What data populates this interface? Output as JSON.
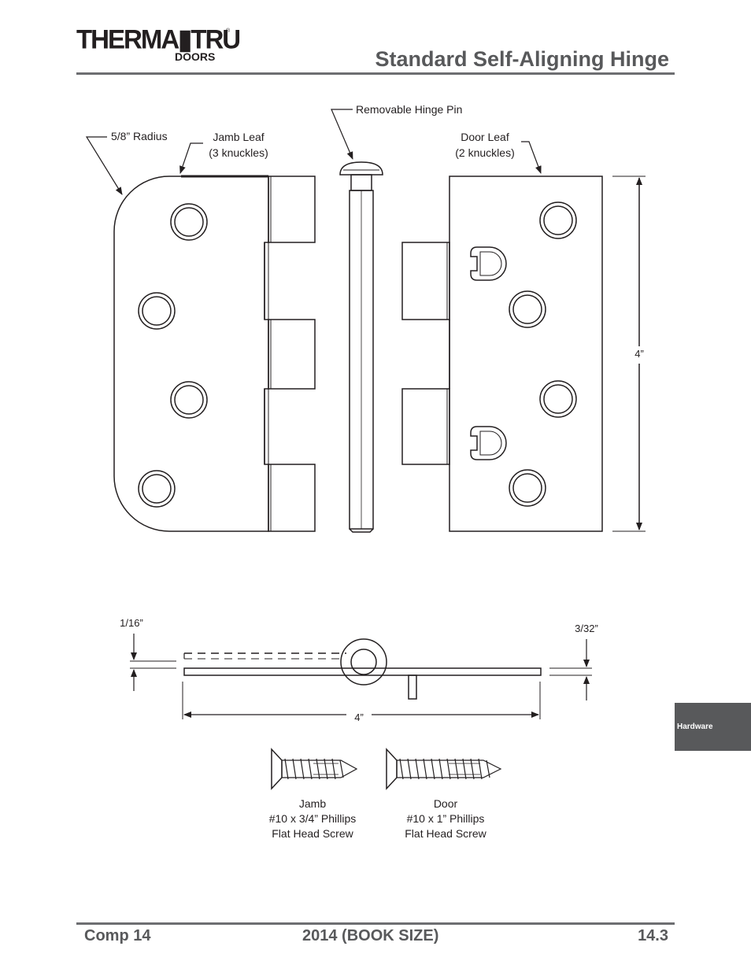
{
  "header": {
    "logo_main": "THERMA▮TRU",
    "logo_registered": "®",
    "logo_sub": "DOORS",
    "title": "Standard Self-Aligning Hinge"
  },
  "callouts": {
    "radius": "5/8” Radius",
    "jamb_leaf_line1": "Jamb Leaf",
    "jamb_leaf_line2": "(3 knuckles)",
    "hinge_pin": "Removable Hinge Pin",
    "door_leaf_line1": "Door Leaf",
    "door_leaf_line2": "(2 knuckles)",
    "height_dim": "4”"
  },
  "side_view": {
    "left_thickness": "1/16”",
    "right_thickness": "3/32”",
    "width_dim": "4”"
  },
  "screws": {
    "jamb": {
      "line1": "Jamb",
      "line2": "#10 x 3/4” Phillips",
      "line3": "Flat Head Screw"
    },
    "door": {
      "line1": "Door",
      "line2": "#10 x 1” Phillips",
      "line3": "Flat Head Screw"
    }
  },
  "side_tab": {
    "label": "Hardware"
  },
  "footer": {
    "left": "Comp 14",
    "center": "2014 (BOOK SIZE)",
    "right": "14.3"
  }
}
